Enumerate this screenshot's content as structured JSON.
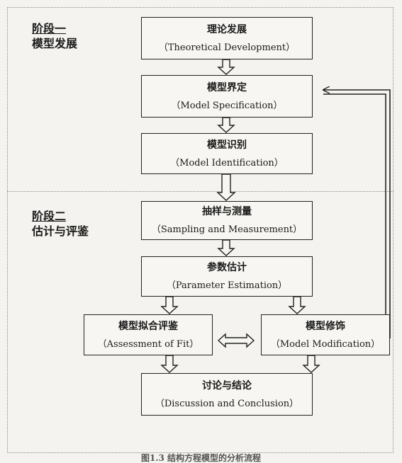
{
  "stages": [
    {
      "number": "阶段一",
      "name": "模型发展"
    },
    {
      "number": "阶段二",
      "name": "估计与评鉴"
    }
  ],
  "steps": {
    "theory": {
      "zh": "理论发展",
      "en": "（Theoretical Development）"
    },
    "specification": {
      "zh": "模型界定",
      "en": "（Model Specification）"
    },
    "identification": {
      "zh": "模型识别",
      "en": "（Model Identification）"
    },
    "sampling": {
      "zh": "抽样与测量",
      "en": "（Sampling and Measurement）"
    },
    "estimation": {
      "zh": "参数估计",
      "en": "（Parameter Estimation）"
    },
    "fit": {
      "zh": "模型拟合评鉴",
      "en": "（Assessment of Fit）"
    },
    "modification": {
      "zh": "模型修饰",
      "en": "（Model Modification）"
    },
    "conclusion": {
      "zh": "讨论与结论",
      "en": "（Discussion and Conclusion）"
    }
  },
  "caption": "图1.3 结构方程模型的分析流程"
}
